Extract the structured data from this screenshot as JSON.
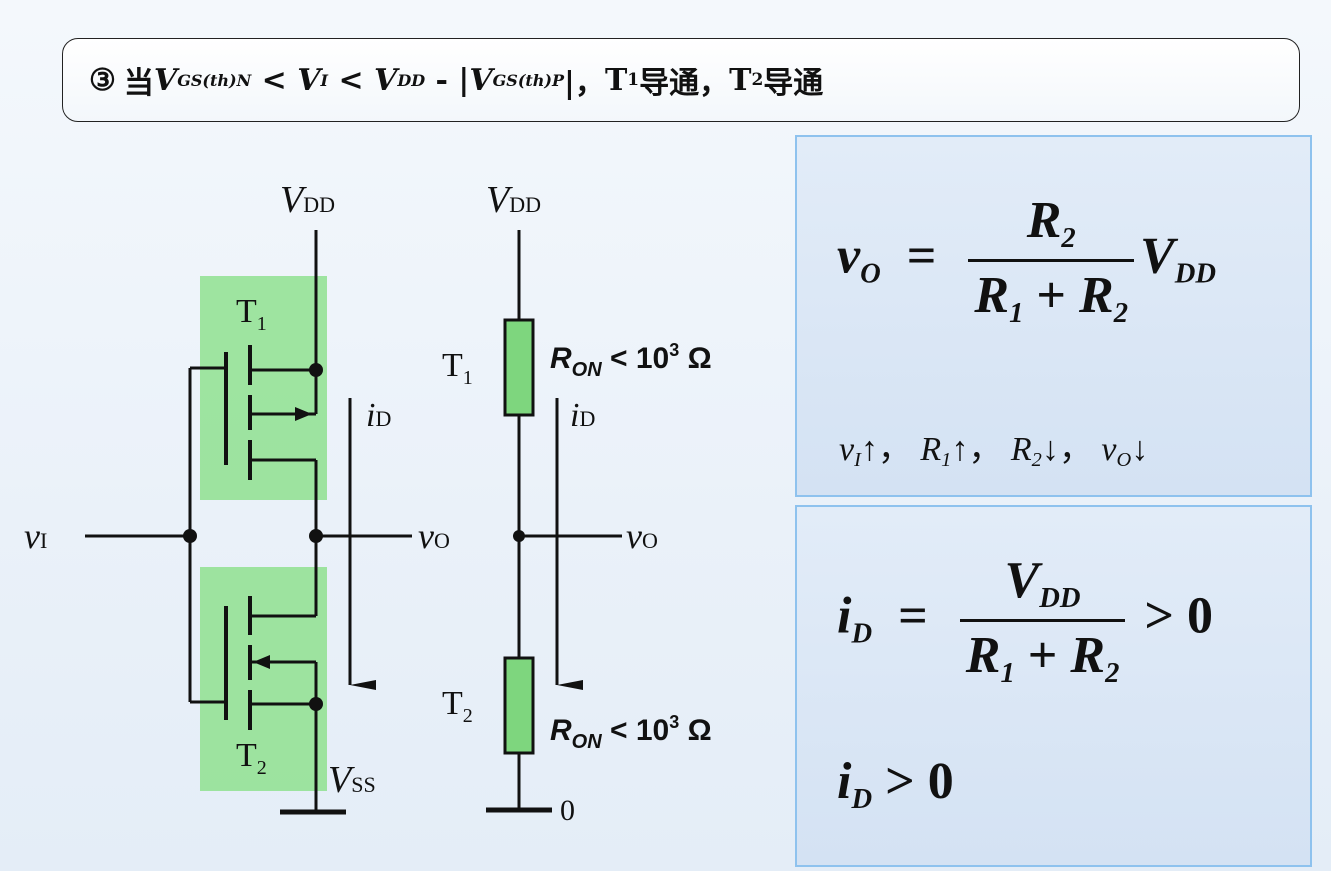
{
  "title": {
    "circled_number": "③",
    "when": "当",
    "v1": "V",
    "v1_sub": "GS(th)N",
    "lt1": " < ",
    "v2": "V",
    "v2_sub": "I",
    "lt2": " < ",
    "v3": "V",
    "v3_sub": "DD",
    "minus": " - |",
    "v4": "V",
    "v4_sub": "GS(th)P",
    "bar_comma": "|，",
    "t1": "T",
    "t1_sub": "1",
    "t1_state": "导通，",
    "t2": "T",
    "t2_sub": "2",
    "t2_state": "导通"
  },
  "circuit_left": {
    "vdd_label": "V",
    "vdd_sub": "DD",
    "t1_label": "T",
    "t1_sub": "1",
    "t2_label": "T",
    "t2_sub": "2",
    "id_label": "i",
    "id_sub": "D",
    "vi_label": "v",
    "vi_sub": "I",
    "vo_label": "v",
    "vo_sub": "O",
    "vss_label": "V",
    "vss_sub": "SS",
    "highlight_color": "#8fe08f"
  },
  "circuit_right": {
    "vdd_label": "V",
    "vdd_sub": "DD",
    "t1_label": "T",
    "t1_sub": "1",
    "t2_label": "T",
    "t2_sub": "2",
    "ron1": "R",
    "ron1_sub": "ON",
    "ron1_value": " < 10",
    "ron1_exp": "3",
    "ron1_unit": " Ω",
    "ron2": "R",
    "ron2_sub": "ON",
    "ron2_value": " < 10",
    "ron2_exp": "3",
    "ron2_unit": " Ω",
    "id_label": "i",
    "id_sub": "D",
    "vo_label": "v",
    "vo_sub": "O",
    "ground_label": "0",
    "resistor_color": "#7ed67e"
  },
  "panel_top": {
    "lhs": "v",
    "lhs_sub": "O",
    "equals": " = ",
    "num": "R",
    "num_sub": "2",
    "den_a": "R",
    "den_a_sub": "1",
    "den_plus": " + ",
    "den_b": "R",
    "den_b_sub": "2",
    "tail": "V",
    "tail_sub": "DD",
    "chain": [
      {
        "sym": "v",
        "sub": "I",
        "arrow": "↑"
      },
      {
        "sym": "R",
        "sub": "1",
        "arrow": "↑"
      },
      {
        "sym": "R",
        "sub": "2",
        "arrow": "↓"
      },
      {
        "sym": "v",
        "sub": "O",
        "arrow": "↓"
      }
    ],
    "sep": "，"
  },
  "panel_bottom": {
    "lhs": "i",
    "lhs_sub": "D",
    "equals": " = ",
    "num": "V",
    "num_sub": "DD",
    "den_a": "R",
    "den_a_sub": "1",
    "den_plus": " + ",
    "den_b": "R",
    "den_b_sub": "2",
    "gt": " > 0",
    "line2_lhs": "i",
    "line2_sub": "D",
    "line2_gt": " > 0"
  }
}
